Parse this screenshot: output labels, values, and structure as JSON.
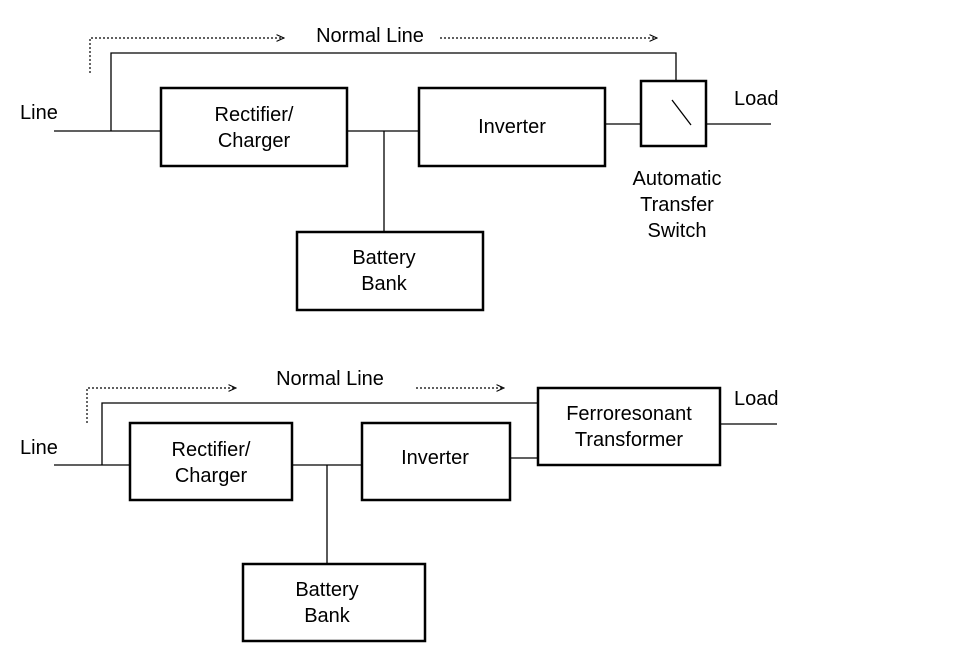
{
  "top_diagram": {
    "line_label": "Line",
    "normal_line_label": "Normal Line",
    "rectifier_label": [
      "Rectifier/",
      "Charger"
    ],
    "inverter_label": "Inverter",
    "battery_label": [
      "Battery",
      "Bank"
    ],
    "switch_caption": [
      "Automatic",
      "Transfer",
      "Switch"
    ],
    "load_label": "Load"
  },
  "bottom_diagram": {
    "line_label": "Line",
    "normal_line_label": "Normal Line",
    "rectifier_label": [
      "Rectifier/",
      "Charger"
    ],
    "inverter_label": "Inverter",
    "battery_label": [
      "Battery",
      "Bank"
    ],
    "transformer_label": [
      "Ferroresonant",
      "Transformer"
    ],
    "load_label": "Load"
  }
}
